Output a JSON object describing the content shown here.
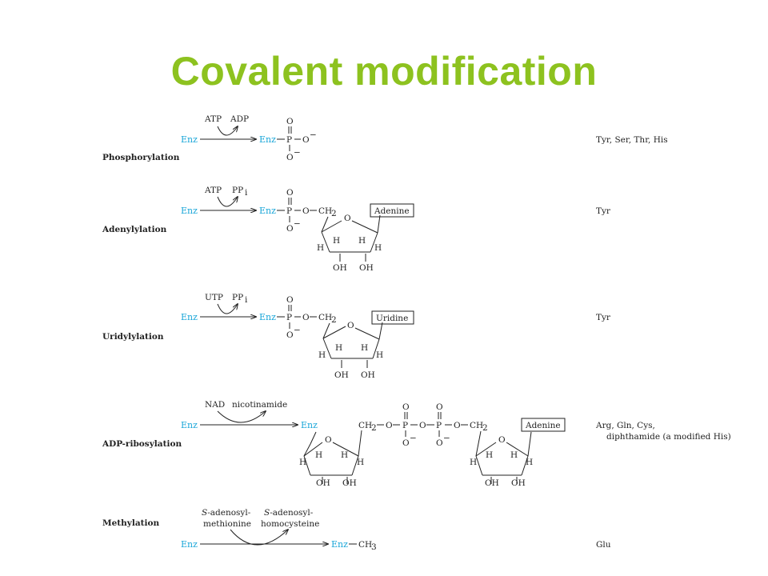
{
  "title": "Covalent modification",
  "colors": {
    "title": "#8dc21f",
    "enzyme": "#1aa6d8",
    "text": "#222222"
  },
  "diagram": {
    "enz": "Enz",
    "p": "P",
    "o": "O",
    "o_minus": "O",
    "minus": "−",
    "ch2": "CH",
    "sub2": "2",
    "ch3": "CH",
    "sub3": "3",
    "h": "H",
    "oh": "OH",
    "i_sub": "i",
    "phosphorylation": {
      "name": "Phosphorylation",
      "left": "ATP",
      "right": "ADP",
      "residues": "Tyr, Ser, Thr, His"
    },
    "adenylylation": {
      "name": "Adenylylation",
      "left": "ATP",
      "right": "PP",
      "base": "Adenine",
      "residues": "Tyr"
    },
    "uridylylation": {
      "name": "Uridylylation",
      "left": "UTP",
      "right": "PP",
      "base": "Uridine",
      "residues": "Tyr"
    },
    "adp_ribosylation": {
      "name": "ADP-ribosylation",
      "left": "NAD",
      "right": "nicotinamide",
      "base": "Adenine",
      "residues": "Arg, Gln, Cys,",
      "residues2": "diphthamide (a modified His)"
    },
    "methylation": {
      "name": "Methylation",
      "left_italic": "S",
      "left": "-adenosyl-",
      "left2": "methionine",
      "right_italic": "S",
      "right": "-adenosyl-",
      "right2": "homocysteine",
      "residues": "Glu"
    }
  }
}
